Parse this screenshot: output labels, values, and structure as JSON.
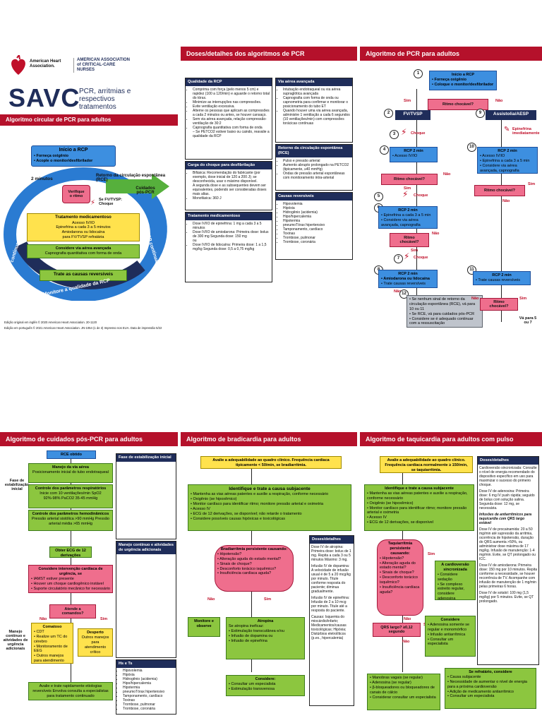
{
  "panel1": {
    "org_aha": "American Heart Association.",
    "org_aacn": "AMERICAN ASSOCIATION of CRITICAL-CARE NURSES",
    "title": "SAVC",
    "subtitle": "PCR, arritmias e respectivos tratamentos",
    "band": "Algoritmo circular de PCR para adultos",
    "start": {
      "title": "Início a RCP",
      "items": [
        "• Forneça oxigênio",
        "• Acople o monitor/desfibrilador"
      ]
    },
    "two_min": "2 minutos",
    "rosc": "Retorno da circulação espontânea (RCE)",
    "verify": "Verifique o ritmo",
    "shock": "Se FV/TVSP: Choque",
    "post": "Cuidados pós-PCR",
    "drug": {
      "title": "Tratamento medicamentoso",
      "lines": [
        "Acesso IV/IO",
        "Epinefrina a cada 3 a 5 minutos",
        "Amiodarona ou lidocaína",
        "para FV/TVSP refratária"
      ]
    },
    "airway": {
      "title": "Considere via aérea avançada",
      "line": "Capnografia quantitativa com forma de onda"
    },
    "causes": "Trate as causas reversíveis",
    "rcp_left": "RCP contínua",
    "rcp_right": "RCP contínua",
    "monitor": "Monitore a qualidade da RCP",
    "footer1": "Edição original em inglês © 2020 American Heart Association. 20-1120",
    "footer2": "Edição em português © 2021 American Heart Association. JN-1054 (1 de 3) Impresso nos EUA. Data de impressão 5/22"
  },
  "panel2": {
    "band": "Doses/detalhes dos algoritmos de PCR",
    "quality": {
      "title": "Qualidade da RCP",
      "items": [
        "Comprima com força (pelo menos 5 cm) e rapidez (100 a 120/min) e aguarde o retorno total do tórax.",
        "Minimize as interrupções nas compressões.",
        "Evite ventilação excessiva.",
        "Alterne os pessoas que aplicam as compressões a cada 2 minutos ou antes, se houver cansaço.",
        "Sem via aérea avançada, relação compressão-ventilação de 30:2",
        "Capnografia quantitativa com forma de onda",
        "– Se PETCO2 estiver baixo ou caindo, reavalie a qualidade da RCP"
      ]
    },
    "shock_energy": {
      "title": "Carga do choque para desfibrilação",
      "items": [
        "Bifásica: Recomendação do fabricante (por exemplo, dose inicial de 120 a 200 J); se desconhecida, usar o máximo disponível.",
        "A segunda dose e as subsequentes devem ser equivalentes, podendo ser consideradas doses mais altas.",
        "Monofásica: 360 J"
      ]
    },
    "drug": {
      "title": "Tratamento medicamentoso",
      "items": [
        "Dose IV/IO de epinefrina: 1 mg a cada 3 a 5 minutos",
        "Dose IV/IO de amiodarona: Primeira dose: bolus de 300 mg Segunda dose: 150 mg",
        "ou",
        "Dose IV/IO de lidocaína: Primeira dose: 1 a 1,5 mg/kg Segunda dose: 0,5 a 0,75 mg/kg"
      ]
    },
    "airway": {
      "title": "Via aérea avançada",
      "items": [
        "Intubação endotraqueal ou via aérea supraglótica avançada",
        "Capnografia com forma de onda ou capnometria para confirmar e monitorar o posicionamento do tubo ET",
        "Quando houver uma via aérea avançada, administre 1 ventilação a cada 6 segundos (10 ventilações/min) com compressões torácicas contínuas"
      ]
    },
    "rosc": {
      "title": "Retorno da circulação espontânea (RCE)",
      "items": [
        "Pulso e pressão arterial",
        "Aumento abrupto prolongado na PETCO2 (tipicamente, ≥40 mmHg)",
        "Ondas de pressão arterial espontâneas com monitoramento intra-arterial"
      ]
    },
    "causes": {
      "title": "Causas reversíveis",
      "items": [
        "Hipovolemia",
        "Hipóxia",
        "Hidrogênio (acidemia)",
        "Hipo/hipercalemia",
        "Hipotermia",
        "pneumoTórax hipertensivo",
        "Tamponamento, cardíaco",
        "Toxinas",
        "Trombose, pulmonar",
        "Trombose, coronária"
      ]
    }
  },
  "panel3": {
    "band": "Algoritmo de PCR para adultos",
    "b1": {
      "title": "Início a RCP",
      "items": [
        "• Forneça oxigênio",
        "• Coloque o monitor/desfibrilador"
      ]
    },
    "rhythm_q": "Ritmo chocável?",
    "yes": "Sim",
    "no": "Não",
    "fv": "FV/TVSP",
    "asys": "Assistolia/AESP",
    "shock": "Choque",
    "epi_now": "Epinefrina imediatamente",
    "rcp2": "RCP 2 min",
    "b4_items": [
      "• Acesso IV/IO"
    ],
    "b6_items": [
      "• Epinefrina a cada 3 a 5 min",
      "• Considere via aérea avançada, capnografia"
    ],
    "b8_items": [
      "• Amiodarona ou lidocaína",
      "• Trate causas reversíveis"
    ],
    "b10_items": [
      "• Acesso IV/IO",
      "• Epinefrina a cada 3 a 5 min",
      "• Considere via aérea avançada, capnografia"
    ],
    "b11_items": [
      "• Trate causas reversíveis"
    ],
    "b12_items": [
      "• Se nenhum sinal de retorno da circulação espontânea (RCE), vá para 10 ou 11",
      "• Se RCE, vá para cuidados pós-PCR",
      "• Considere se é adequado continuar com a ressuscitação"
    ],
    "goto": "Vá para 5 ou 7"
  },
  "panel4": {
    "band": "Algoritmo de cuidados pós-PCR para adultos",
    "rce": "RCE obtido",
    "phase1": "Fase de estabilização inicial",
    "phase2": "Manejo contínuo e atividades de urgência adicionais",
    "airway": {
      "title": "Manejo da via aérea",
      "line": "Posicionamento inicial do tubo endotraqueal"
    },
    "resp": {
      "title": "Controle dos parâmetros respiratórios",
      "line": "Inicie com 10 ventilações/min SpO2 92%-98% PaCO2 35-45 mmHg"
    },
    "hemo": {
      "title": "Controle dos parâmetros hemodinâmicos",
      "line": "Pressão arterial sistólica >90 mmHg Pressão arterial média >65 mmHg"
    },
    "ecg": "Obter ECG de 12 derivações",
    "cath": {
      "title": "Considere intervenção cardíaca de urgência, se",
      "items": [
        "• IAMST estiver presente",
        "• Houver um choque cardiogênico instável",
        "• Suporte circulatório mecânico for necessário"
      ]
    },
    "follow_q": "Atende a comandos?",
    "yes": "Sim",
    "no": "Não",
    "comatose": {
      "title": "Comatoso",
      "items": [
        "• CDT",
        "• Realize um TC do cérebro",
        "• Monitoramento de EEG",
        "• Outros manejos para atendimento crítico"
      ]
    },
    "awake": {
      "title": "Desperto",
      "line": "Outros manejos para atendimento crítico"
    },
    "final": "Avalie e trate rapidamente etiologias reversíveis Envolva consulta a especialistas para tratamento continuado",
    "side_title": "Fase de estabilização inicial",
    "side2_title": "Manejo contínuo e atividades de urgência adicionais",
    "causes_title": "Hs e Ts",
    "causes": [
      "Hipovolemia",
      "Hipóxia",
      "Hidrogênio (acidemia)",
      "Hipo/hipercalemia",
      "Hipotermia",
      "pneumoTórax hipertensivo",
      "Tamponamento, cardíaco",
      "Toxinas",
      "Trombose, pulmonar",
      "Trombose, coronária"
    ]
  },
  "panel5": {
    "band": "Algoritmo de bradicardia para adultos",
    "assess": "Avalie a adequabilidade ao quadro clínico. Frequência cardíaca tipicamente < 50/min, se bradiarritmia.",
    "identify": {
      "title": "Identifique e trate a causa subjacente",
      "items": [
        "• Mantenha as vias aéreas patentes e auxilie a respiração, conforme necessário",
        "• Oxigênio (se hipoxêmico)",
        "• Monitor cardíaco para identificar ritmo; monitore pressão arterial e oximetria",
        "• Acesso IV",
        "• ECG de 12 derivações, se disponível; não retarde o tratamento",
        "• Considere possíveis causas hipóxicas e toxicológicas"
      ]
    },
    "persist": {
      "title": "Bradiarritmia persistente causando:",
      "items": [
        "• Hipotensão?",
        "• Alteração aguda do estado mental?",
        "• Sinais de choque?",
        "• Desconforto torácico isquêmico?",
        "• Insuficiência cardíaca aguda?"
      ]
    },
    "yes": "Sim",
    "no": "Não",
    "monitor": "Monitore e observe",
    "atropine": {
      "title": "Atropina",
      "items": [
        "Se atropina ineficaz:",
        "• Estimulação transcutânea e/ou",
        "• Infusão de dopamina ou",
        "• Infusão de epinefrina"
      ]
    },
    "consider": {
      "title": "Considere:",
      "items": [
        "• Consultar um especialista",
        "• Estimulação transvenosa"
      ]
    },
    "doses_title": "Doses/detalhes",
    "doses": [
      "Dose IV de atropina: Primeira dose: bolus de 1 mg. Repita a cada 3 ou 5 minutos Máximo: 3 mg.",
      "Infusão IV de dopamina: A velocidade de infusão usual é de 5 a 20 mcg/kg por minuto. Titule conforme resposta do paciente; diminua gradualmente.",
      "Infusão IV de epinefrina: Infusão de 2 a 10 mcg por minuto. Titule até a resposta do paciente.",
      "Causas: Isquemia do miocárdio/infarto; Medicamentos/causas toxicológicas; Hipóxia; Distúrbios eletrolíticos (p.ex., hipercalemia)"
    ]
  },
  "panel6": {
    "band": "Algoritmo de taquicardia para adultos com pulso",
    "assess": "Avalie a adequabilidade ao quadro clínico. Frequência cardíaca normalmente ≥ 150/min, se taquiarritmia.",
    "identify": {
      "title": "Identifique e trate a causa subjacente",
      "items": [
        "• Mantenha as vias aéreas patentes e auxilie a respiração, conforme necessário",
        "• Oxigênio (se hipoxêmico)",
        "• Monitor cardíaco para identificar ritmo; monitore pressão arterial e oximetria",
        "• Acesso IV",
        "• ECG de 12 derivações, se disponível"
      ]
    },
    "persist": {
      "title": "Taquiarritmia persistente causando:",
      "items": [
        "• Hipotensão?",
        "• Alteração aguda do estado mental?",
        "• Sinais de choque?",
        "• Desconforto torácico isquêmico?",
        "• Insuficiência cardíaca aguda?"
      ]
    },
    "yes": "Sim",
    "no": "Não",
    "cardio": {
      "title": "A cardioversão sincronizada",
      "items": [
        "• Considere sedação",
        "• Se complexo estreito regular, considere adenosina"
      ]
    },
    "qrs_q": "QRS largo? ≥0,12 segundo",
    "consider": {
      "title": "Considere",
      "items": [
        "• Adenosina somente se regular e monomórfico",
        "• Infusão antiarrítmica",
        "• Consultar um especialista"
      ]
    },
    "vagal": [
      "• Manobras vagais (se regular)",
      "• Adenosina (se regular)",
      "• β-bloqueadores ou bloqueadores de canais de cálcio",
      "• Considerar consultar um especialista"
    ],
    "refractory": {
      "title": "Se refratário, considere",
      "items": [
        "• Causa subjacente",
        "• Necessidade de aumentar o nível de energia para a próxima cardioversão",
        "• Adição de medicamento antiarrítmico",
        "• Consultar um especialista"
      ]
    },
    "doses_title": "Doses/detalhes",
    "doses": [
      "Cardioversão sincronizada: Consulte o nível de energia recomendado do dispositivo específico em uso para maximizar o sucesso do primeiro choque.",
      "Dose IV de adenosina: Primeira dose: 6 mg IV push rápida; seguido de bolus com solução salina. Segunda dose: 12 mg, se necessária.",
      "Infusões de antiarrítmicos para taquicardia com QRS largo estável",
      "Dose IV de procainamida: 20 a 50 mg/min até supressão da arritmia, ocorrência de hipotensão, duração do QRS aumenta >50%, ou administrar dose máxima de 17 mg/kg. Infusão de manutenção: 1-4 mg/min. Evite, se QT prolongado ou ICC.",
      "Dose IV de amiodarona: Primeira dose: 150 mg por 10 minutos. Repita conforme a necessidade, se houver recorrência de TV. Acompanhe com infusão de manutenção de 1 mg/min pelas primeiras 6 horas.",
      "Dose IV de sotalol: 100 mg (1,5 mg/kg) por 5 minutos. Evite, se QT prolongado."
    ]
  }
}
